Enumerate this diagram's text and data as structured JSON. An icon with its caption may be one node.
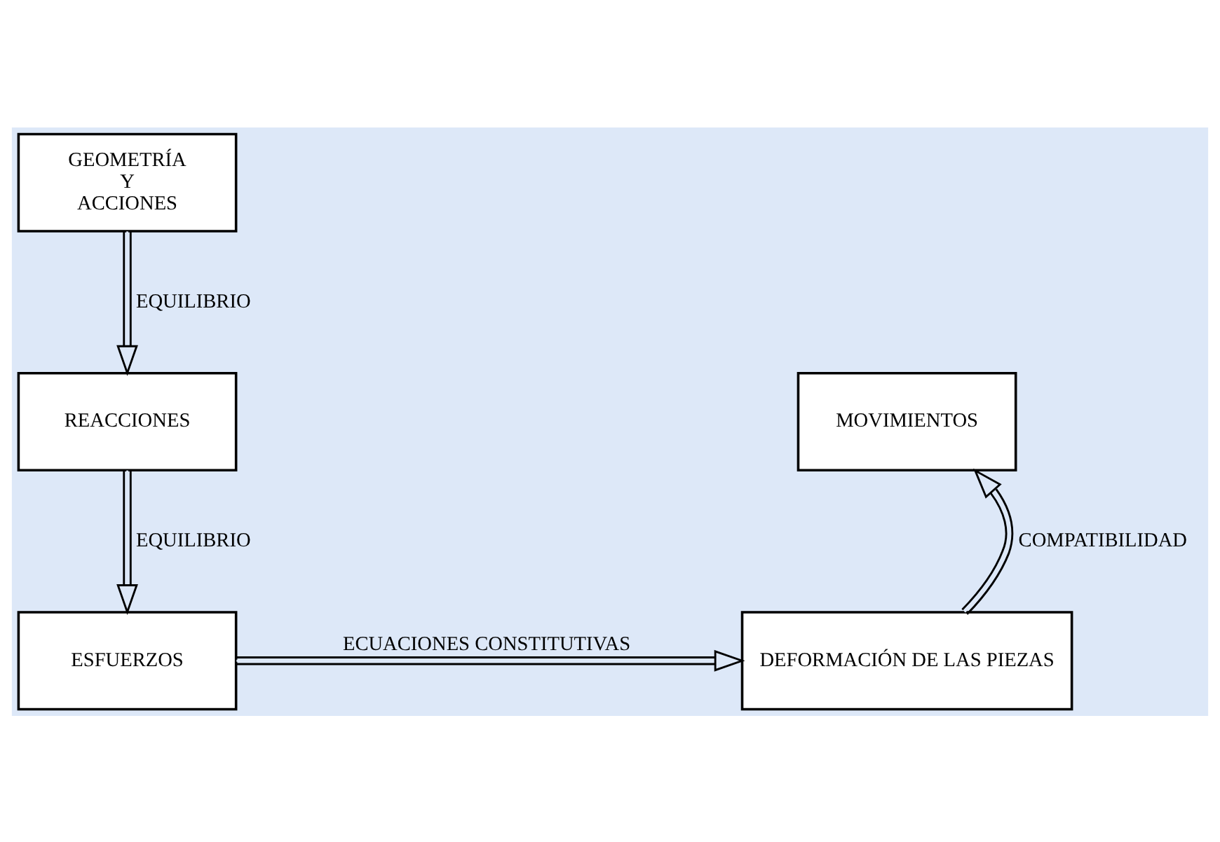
{
  "diagram": {
    "nodes": [
      {
        "text": [
          "GEOMETRÍA Y ACCIONES"
        ]
      },
      {
        "text": [
          "REACCIONES"
        ]
      },
      {
        "text": [
          "MOVIMIENTOS"
        ]
      },
      {
        "text": [
          "ESFUERZOS"
        ]
      },
      {
        "text": [
          "DEFORMACIÓN DE LAS PIEZAS"
        ]
      }
    ],
    "edges": [
      {
        "from": 0,
        "to": 1,
        "arrow": "to",
        "label": "EQUILIBRIO"
      },
      {
        "from": 1,
        "to": 3,
        "arrow": "to",
        "label": "EQUILIBRIO"
      },
      {
        "from": 3,
        "to": 4,
        "arrow": "to",
        "label": "ECUACIONES CONSTITUTIVAS"
      },
      {
        "from": 4,
        "to": 2,
        "arrow": "to",
        "label": "COMPATIBILIDAD"
      }
    ]
  }
}
